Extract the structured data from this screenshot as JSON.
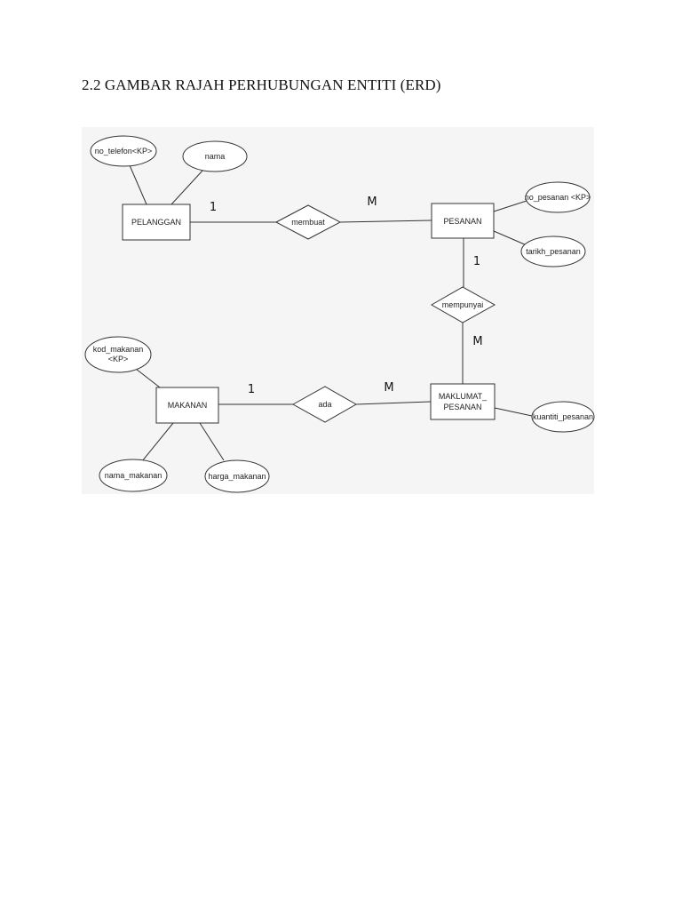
{
  "heading": "2.2 GAMBAR RAJAH PERHUBUNGAN ENTITI (ERD)",
  "entities": {
    "pelanggan": "PELANGGAN",
    "pesanan": "PESANAN",
    "maklumat_pesanan_1": "MAKLUMAT_",
    "maklumat_pesanan_2": "PESANAN",
    "makanan": "MAKANAN"
  },
  "relationships": {
    "membuat": "membuat",
    "mempunyai": "mempunyai",
    "ada": "ada"
  },
  "attributes": {
    "no_telefon": "no_telefon<KP>",
    "nama": "nama",
    "no_pesanan": "no_pesanan <KP>",
    "tarikh_pesanan": "tarikh_pesanan",
    "kod_makanan_1": "kod_makanan",
    "kod_makanan_2": "<KP>",
    "nama_makanan": "nama_makanan",
    "harga_makanan": "harga_makanan",
    "kuantiti_pesanan": "kuantiti_pesanan"
  },
  "cardinalities": {
    "membuat_left": "1",
    "membuat_right": "M",
    "mempunyai_top": "1",
    "mempunyai_bottom": "M",
    "ada_left": "1",
    "ada_right": "M"
  }
}
